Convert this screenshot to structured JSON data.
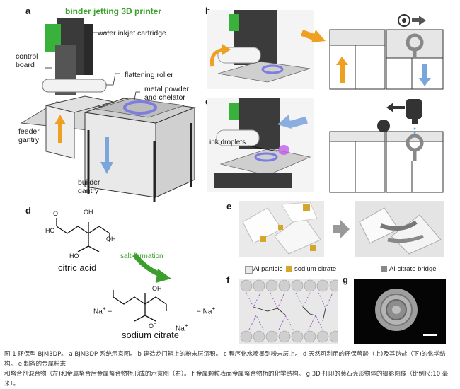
{
  "panels": {
    "a": {
      "letter": "a",
      "title": "binder jetting 3D printer",
      "labels": {
        "cartridge": "water inkjet cartridge",
        "control_board_line1": "control",
        "control_board_line2": "board",
        "roller": "flattening roller",
        "powder_line1": "metal powder",
        "powder_line2": "and chelator",
        "feeder_line1": "feeder",
        "feeder_line2": "gantry",
        "builder_line1": "builder",
        "builder_line2": "gantry"
      }
    },
    "b": {
      "letter": "b"
    },
    "c": {
      "letter": "c",
      "droplets": "ink droplets"
    },
    "d": {
      "letter": "d",
      "oh": "OH",
      "o": "O",
      "ho": "HO",
      "na": "Na",
      "na_plus": "+",
      "o_minus": "O",
      "minus": "−",
      "citric_acid": "citric acid",
      "reaction": "salt-formation",
      "sodium_citrate": "sodium citrate"
    },
    "e": {
      "letter": "e",
      "legend": {
        "al_particle": "Al particle",
        "sodium_citrate": "sodium citrate",
        "bridge": "Al-citrate bridge"
      }
    },
    "f": {
      "letter": "f"
    },
    "g": {
      "letter": "g"
    }
  },
  "caption": {
    "line1": "图 1 环保型 BJM3DP。 a BJM3DP 系统示意图。 b 建造龙门箱上的粉末层沉积。 c 程序化水喷墨到粉末层上。 d 天然可利用的环保螯酸（上)及其钠盐（下)的化学结构。 e 制备的金属粉末",
    "line2": "和螯合剂混合物（左)和金属螯合后金属螯合物桥形成的示意图（右）。 f 金属颗粒表面金属螯合物桥的化学结构。 g 3D 打印的菊石壳形物体的摄影图像（比例尺:10 毫米）。"
  },
  "colors": {
    "green": "#3aa02b",
    "orange": "#f0a020",
    "blue": "#7aa6dc",
    "purple": "#9b59c8",
    "gold": "#d4a62a",
    "grey": "#888888"
  }
}
